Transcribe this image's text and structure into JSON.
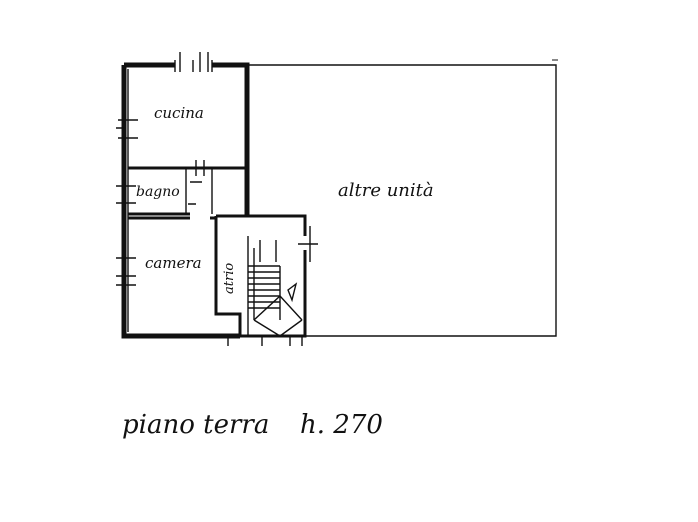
{
  "plan": {
    "rooms": {
      "kitchen": "cucina",
      "bathroom": "bagno",
      "bedroom": "camera",
      "hall": "atrio",
      "other_units": "altre unità"
    },
    "caption": {
      "floor": "piano terra",
      "height": "h. 270"
    }
  },
  "colors": {
    "ink": "#111111",
    "paper": "#ffffff"
  }
}
